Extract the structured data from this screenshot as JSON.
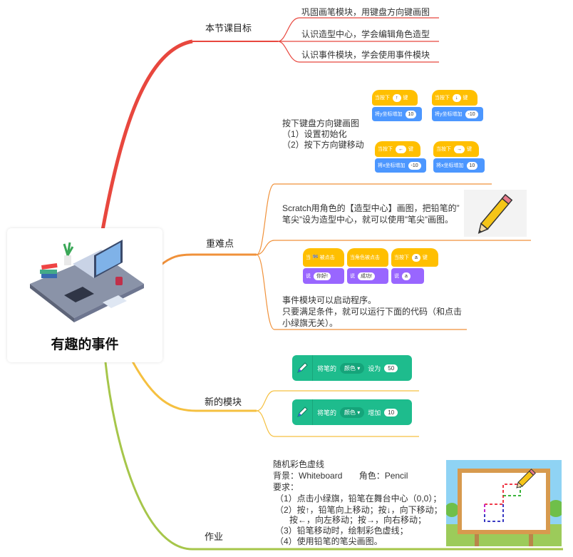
{
  "root": {
    "title": "有趣的事件",
    "illustration_icon": "desk-laptop-illustration"
  },
  "branches": {
    "goals": {
      "label": "本节课目标",
      "items": [
        "巩固画笔模块，用键盘方向键画图",
        "认识造型中心，学会编辑角色造型",
        "认识事件模块，学会使用事件模块"
      ]
    },
    "key_points": {
      "label": "重难点",
      "keyboard": {
        "lines": [
          "按下键盘方向键画图",
          "（1）设置初始化",
          "（2）按下方向键移动"
        ],
        "blocks": [
          {
            "hat": "当按下",
            "key": "↑",
            "tail": "键",
            "action": "将y坐标增加",
            "value": "10"
          },
          {
            "hat": "当按下",
            "key": "↓",
            "tail": "键",
            "action": "将y坐标增加",
            "value": "-10"
          },
          {
            "hat": "当按下",
            "key": "←",
            "tail": "键",
            "action": "将x坐标增加",
            "value": "-10"
          },
          {
            "hat": "当按下",
            "key": "→",
            "tail": "键",
            "action": "将x坐标增加",
            "value": "10"
          }
        ]
      },
      "costume_center": {
        "lines": [
          "Scratch用角色的【造型中心】画图，把铅笔的”",
          "笔尖”设为造型中心，就可以使用”笔尖”画图。"
        ],
        "image_icon": "pencil-icon"
      },
      "events": {
        "blocks": [
          {
            "hat": "当 🏁 被点击",
            "action": "说",
            "value": "你好!"
          },
          {
            "hat": "当角色被点击",
            "action": "说",
            "value": "成功!"
          },
          {
            "hat": "当按下",
            "key": "a",
            "tail": "键",
            "action": "说",
            "value": "a"
          }
        ],
        "lines": [
          "事件模块可以启动程序。",
          "只要满足条件，就可以运行下面的代码（和点击",
          "小绿旗无关）。"
        ]
      }
    },
    "new_blocks": {
      "label": "新的模块",
      "blocks": [
        {
          "prefix": "将笔的",
          "dropdown": "颜色",
          "op": "设为",
          "value": "50"
        },
        {
          "prefix": "将笔的",
          "dropdown": "颜色",
          "op": "增加",
          "value": "10"
        }
      ]
    },
    "homework": {
      "label": "作业",
      "lines": [
        "随机彩色虚线",
        "背景：Whiteboard       角色：Pencil",
        "要求：",
        "（1）点击小绿旗，铅笔在舞台中心（0,0）；",
        "（2）按↑，铅笔向上移动；按↓，向下移动；",
        "      按←，向左移动；按→，向右移动；",
        "（3）铅笔移动时，绘制彩色虚线；",
        "（4）使用铅笔的笔尖画图。"
      ],
      "image_icon": "whiteboard-drawing-icon"
    }
  },
  "colors": {
    "goals": "#e8473e",
    "key_points": "#f0913a",
    "new_blocks": "#f5c040",
    "homework": "#a6c64a",
    "event_yellow": "#ffbf00",
    "motion_blue": "#4c97ff",
    "looks_purple": "#9966ff",
    "pen_green": "#1ebc8d"
  }
}
